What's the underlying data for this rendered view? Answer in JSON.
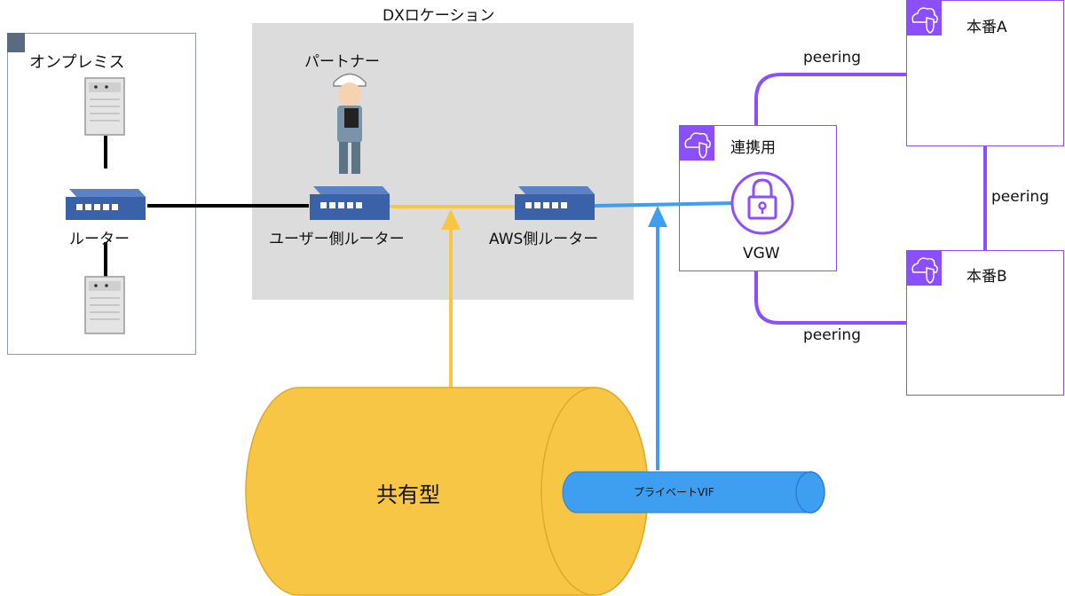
{
  "onprem": {
    "title": "オンプレミス",
    "router_label": "ルーター"
  },
  "dx": {
    "title": "DXロケーション",
    "partner_label": "パートナー",
    "user_router_label": "ユーザー側ルーター",
    "aws_router_label": "AWS側ルーター"
  },
  "vpc_link": {
    "title": "連携用",
    "vgw_label": "VGW"
  },
  "vpc_prod_a": {
    "title": "本番A"
  },
  "vpc_prod_b": {
    "title": "本番B"
  },
  "peering": {
    "top": "peering",
    "right": "peering",
    "bottom": "peering"
  },
  "shared": {
    "label": "共有型"
  },
  "vif": {
    "label": "プライベートVIF"
  },
  "colors": {
    "yellow": "#f8c645",
    "blue": "#3e9ef0",
    "purple": "#8c4fff",
    "router": "#3a62a8"
  },
  "icons": [
    "server-icon",
    "router-icon",
    "worker-icon",
    "vpc-cloud-shield-icon",
    "lock-icon"
  ]
}
